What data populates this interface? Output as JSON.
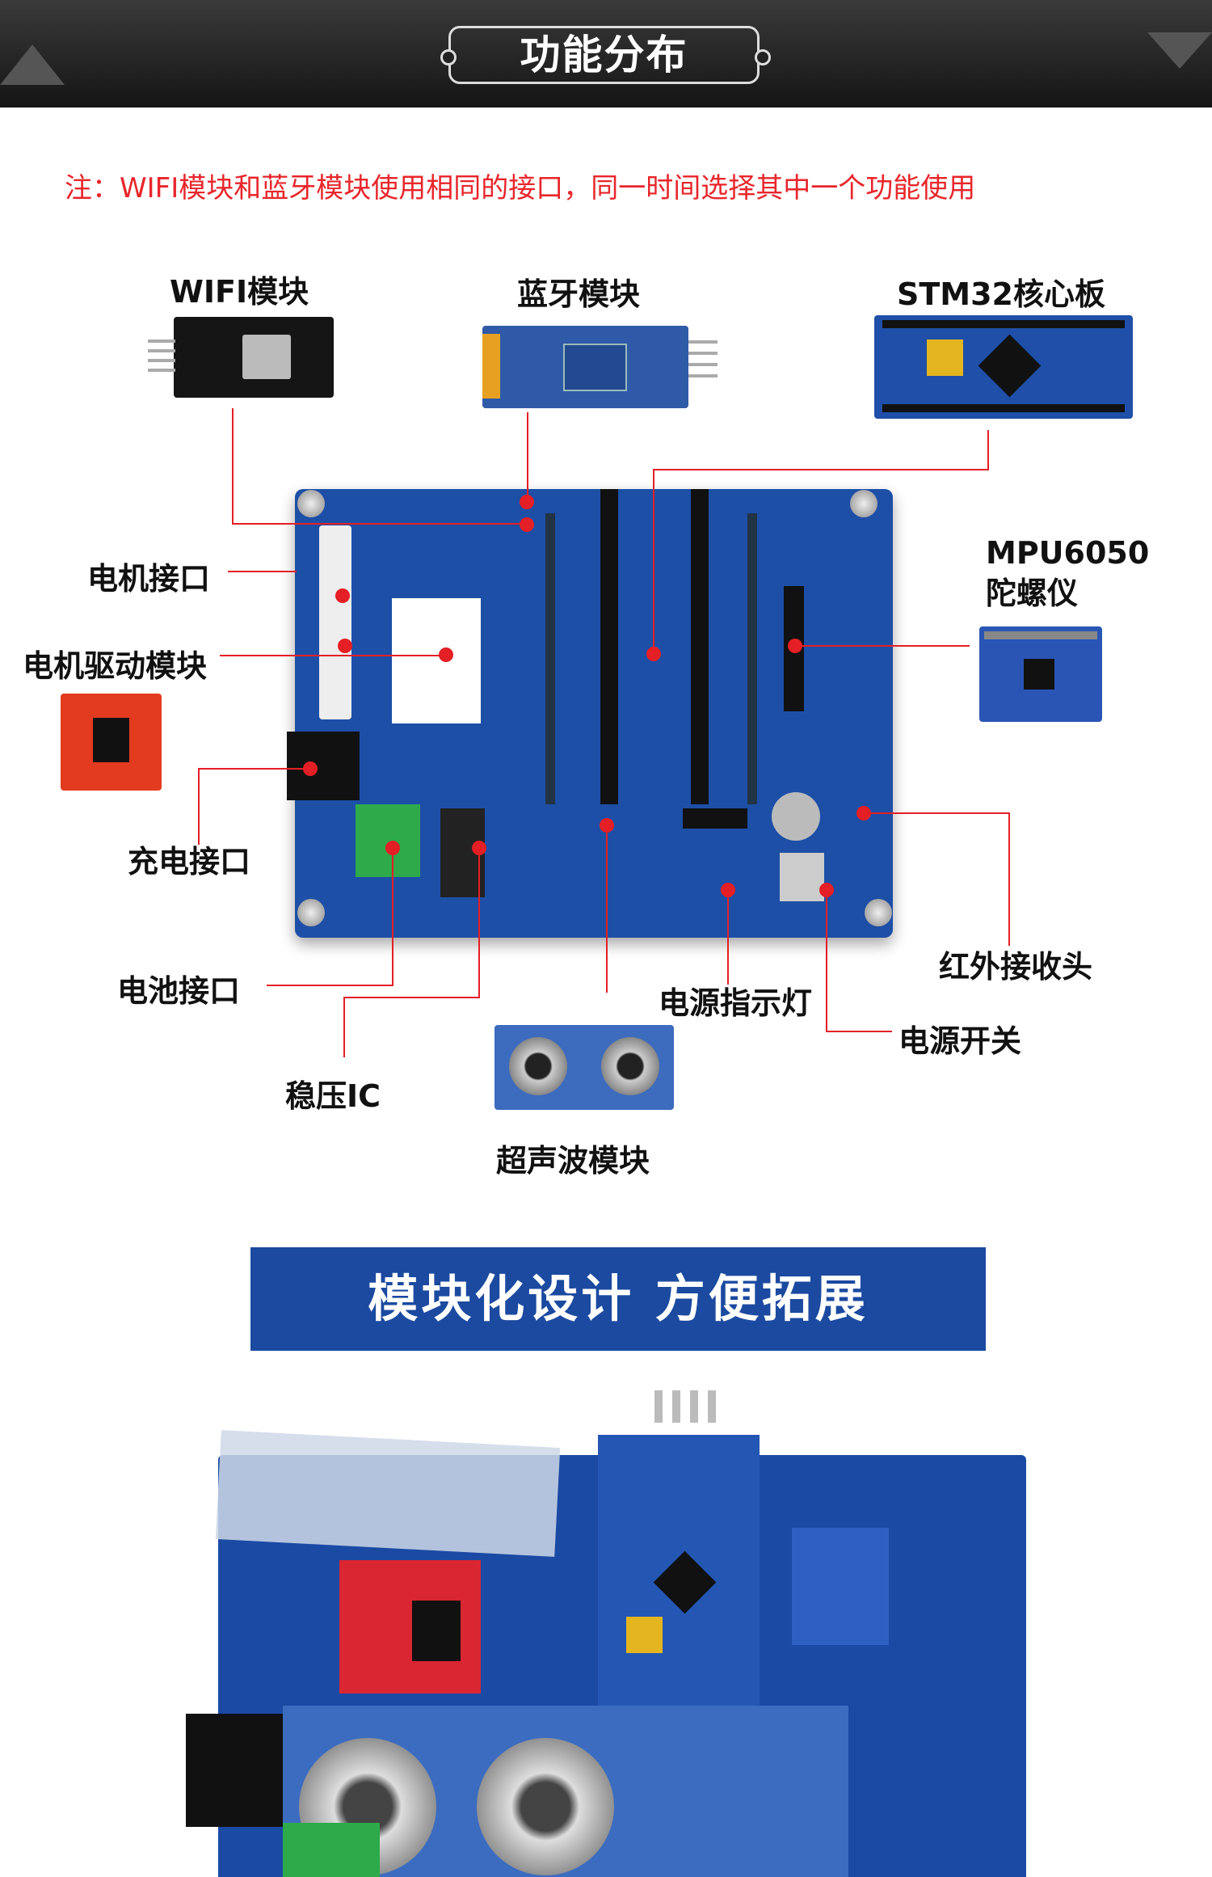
{
  "header": {
    "title": "功能分布"
  },
  "note": "注：WIFI模块和蓝牙模块使用相同的接口，同一时间选择其中一个功能使用",
  "diagram": {
    "labels": {
      "wifi": "WIFI模块",
      "bluetooth": "蓝牙模块",
      "stm32": "STM32核心板",
      "motor_port": "电机接口",
      "motor_driver": "电机驱动模块",
      "mpu_line1": "MPU6050",
      "mpu_line2": "陀螺仪",
      "charge_port": "充电接口",
      "battery_port": "电池接口",
      "regulator": "稳压IC",
      "power_led": "电源指示灯",
      "ir_receiver": "红外接收头",
      "power_switch": "电源开关",
      "ultrasonic": "超声波模块"
    }
  },
  "banner": {
    "title": "模块化设计 方便拓展"
  },
  "colors": {
    "accent_red": "#e41f25",
    "board_blue": "#1d4fa6",
    "banner_blue": "#1b4aa0"
  }
}
